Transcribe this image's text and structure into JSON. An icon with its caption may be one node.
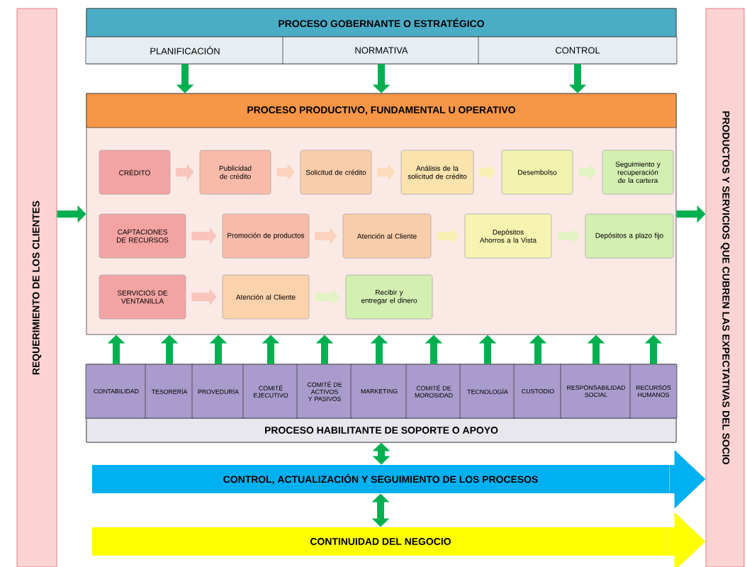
{
  "diagram": {
    "nodes": [
      {
        "text": [
          "REQUERIMIENTO DE LOS CLIENTES"
        ]
      },
      {
        "text": [
          "PRODUCTOS Y SERVICIOS QUE CUBREN LAS EXPECTATIVAS DEL SOCIO"
        ]
      },
      {
        "text": [
          "PROCESO GOBERNANTE O ESTRATÉGICO"
        ]
      },
      {
        "text": [
          "PLANIFICACIÓN"
        ],
        "in": 2
      },
      {
        "text": [
          "NORMATIVA"
        ],
        "in": 2
      },
      {
        "text": [
          "CONTROL"
        ],
        "in": 2
      },
      {
        "text": [
          "PROCESO PRODUCTIVO, FUNDAMENTAL U OPERATIVO"
        ]
      },
      {
        "text": [
          "CRÉDITO"
        ],
        "in": 6
      },
      {
        "text": [
          "Publicidad de crédito"
        ],
        "in": 6
      },
      {
        "text": [
          "Solicitud de crédito"
        ],
        "in": 6
      },
      {
        "text": [
          "Análisis de la solicitud de crédito"
        ],
        "in": 6
      },
      {
        "text": [
          "Desembolso"
        ],
        "in": 6
      },
      {
        "text": [
          "Seguimiento y recuperación de la cartera"
        ],
        "in": 6
      },
      {
        "text": [
          "CAPTACIONES DE RECURSOS"
        ],
        "in": 6
      },
      {
        "text": [
          "Promoción de productos"
        ],
        "in": 6
      },
      {
        "text": [
          "Atención al Cliente"
        ],
        "in": 6
      },
      {
        "text": [
          "Depósitos Ahorros a la Vista"
        ],
        "in": 6
      },
      {
        "text": [
          "Depósitos a plazo fijo"
        ],
        "in": 6
      },
      {
        "text": [
          "SERVICIOS DE VENTANILLA"
        ],
        "in": 6
      },
      {
        "text": [
          "Atención al Cliente"
        ],
        "in": 6
      },
      {
        "text": [
          "Recibir y entregar el dinero"
        ],
        "in": 6
      },
      {
        "text": [
          "PROCESO HABILITANTE DE SOPORTE O APOYO"
        ]
      },
      {
        "text": [
          "CONTABILIDAD"
        ],
        "in": 21
      },
      {
        "text": [
          "TESORERÍA"
        ],
        "in": 21
      },
      {
        "text": [
          "PROVEDURÍA"
        ],
        "in": 21
      },
      {
        "text": [
          "COMITÉ EJECUTIVO"
        ],
        "in": 21
      },
      {
        "text": [
          "COMITÉ DE ACTIVOS Y PASIVOS"
        ],
        "in": 21
      },
      {
        "text": [
          "MARKETING"
        ],
        "in": 21
      },
      {
        "text": [
          "COMITÉ DE MOROSIDAD"
        ],
        "in": 21
      },
      {
        "text": [
          "TECNOLOGÍA"
        ],
        "in": 21
      },
      {
        "text": [
          "CUSTODIO"
        ],
        "in": 21
      },
      {
        "text": [
          "RESPONSABILIDAD SOCIAL"
        ],
        "in": 21
      },
      {
        "text": [
          "RECURSOS HUMANOS"
        ],
        "in": 21
      },
      {
        "text": [
          "CONTROL, ACTUALIZACIÓN Y SEGUIMIENTO DE LOS PROCESOS"
        ]
      },
      {
        "text": [
          "CONTINUIDAD DEL NEGOCIO"
        ]
      }
    ],
    "edges": [
      {
        "from": 0,
        "to": 6,
        "arrow": "to"
      },
      {
        "from": 6,
        "to": 1,
        "arrow": "to"
      },
      {
        "from": 3,
        "to": 6,
        "arrow": "to"
      },
      {
        "from": 4,
        "to": 6,
        "arrow": "to"
      },
      {
        "from": 5,
        "to": 6,
        "arrow": "to"
      },
      {
        "from": 7,
        "to": 8,
        "arrow": "to",
        "color": "#f9c4bc"
      },
      {
        "from": 8,
        "to": 9,
        "arrow": "to",
        "color": "#fbd2bd"
      },
      {
        "from": 9,
        "to": 10,
        "arrow": "to",
        "color": "#fcdcb8"
      },
      {
        "from": 10,
        "to": 11,
        "arrow": "to",
        "color": "#f8efb4"
      },
      {
        "from": 11,
        "to": 12,
        "arrow": "to",
        "color": "#e4f3c4"
      },
      {
        "from": 13,
        "to": 14,
        "arrow": "to",
        "color": "#f9c4bc"
      },
      {
        "from": 14,
        "to": 15,
        "arrow": "to",
        "color": "#fbd2bd"
      },
      {
        "from": 15,
        "to": 16,
        "arrow": "to",
        "color": "#f8efb4"
      },
      {
        "from": 16,
        "to": 17,
        "arrow": "to",
        "color": "#e4f3c4"
      },
      {
        "from": 18,
        "to": 19,
        "arrow": "to",
        "color": "#f9c4bc"
      },
      {
        "from": 19,
        "to": 20,
        "arrow": "to",
        "color": "#e4f3c4"
      },
      {
        "from": 22,
        "to": 6,
        "arrow": "to"
      },
      {
        "from": 23,
        "to": 6,
        "arrow": "to"
      },
      {
        "from": 24,
        "to": 6,
        "arrow": "to"
      },
      {
        "from": 25,
        "to": 6,
        "arrow": "to"
      },
      {
        "from": 26,
        "to": 6,
        "arrow": "to"
      },
      {
        "from": 27,
        "to": 6,
        "arrow": "to"
      },
      {
        "from": 28,
        "to": 6,
        "arrow": "to"
      },
      {
        "from": 29,
        "to": 6,
        "arrow": "to"
      },
      {
        "from": 30,
        "to": 6,
        "arrow": "to"
      },
      {
        "from": 31,
        "to": 6,
        "arrow": "to"
      },
      {
        "from": 32,
        "to": 6,
        "arrow": "to"
      },
      {
        "from": 21,
        "to": 33,
        "arrow": "both"
      },
      {
        "from": 33,
        "to": 34,
        "arrow": "both"
      },
      {
        "from": 33,
        "to": 1,
        "arrow": "to",
        "style": "thick",
        "color": "#00b0f0"
      },
      {
        "from": 34,
        "to": 1,
        "arrow": "to",
        "style": "thick",
        "color": "#ffff00"
      }
    ]
  }
}
